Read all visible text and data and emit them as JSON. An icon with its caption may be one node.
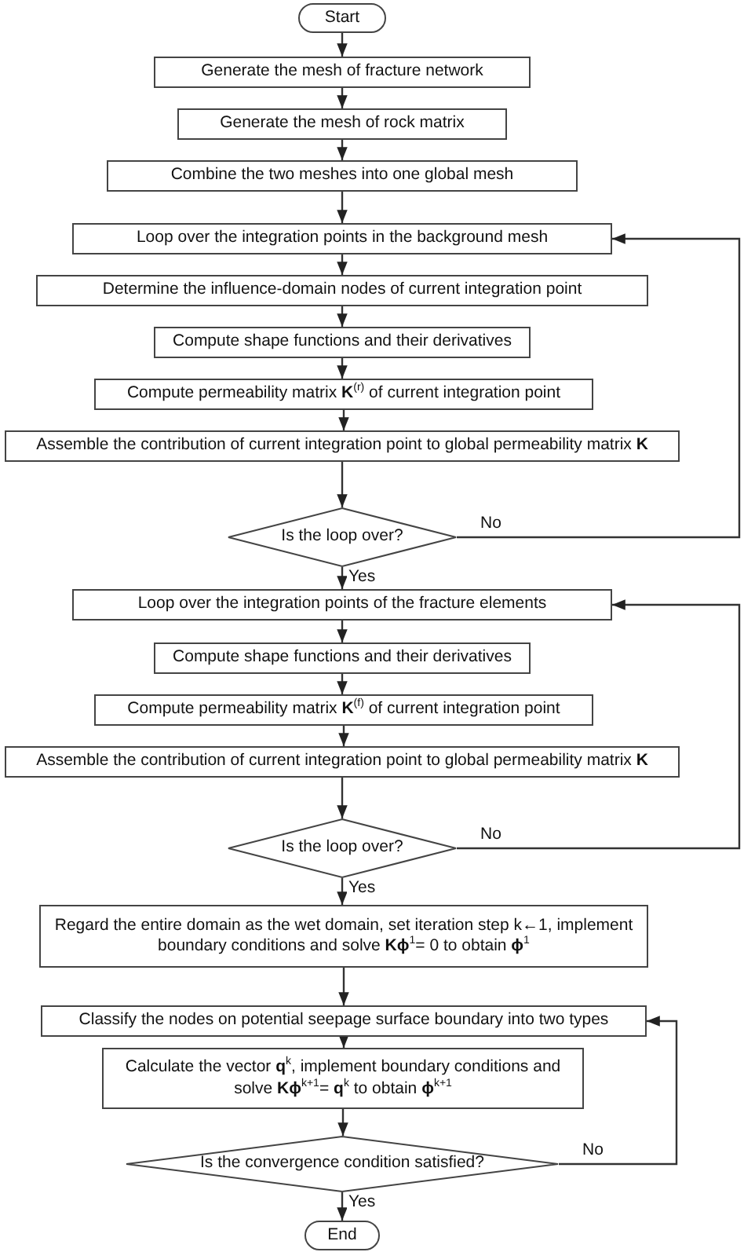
{
  "diagram": {
    "nodes": [
      {
        "text": [
          "Start"
        ]
      },
      {
        "text": [
          "Generate the mesh of fracture network"
        ]
      },
      {
        "text": [
          "Generate the mesh of rock matrix"
        ]
      },
      {
        "text": [
          "Combine the two meshes into one global mesh"
        ]
      },
      {
        "text": [
          "Loop over the integration points in the background mesh"
        ]
      },
      {
        "text": [
          "Determine the influence-domain nodes of current integration point"
        ]
      },
      {
        "text": [
          "Compute shape functions and their derivatives"
        ]
      },
      {
        "text": [
          "Compute permeability matrix **K**$^{(r)}$ of current integration point"
        ]
      },
      {
        "text": [
          "Assemble the contribution of current integration point to global permeability matrix **K**"
        ]
      },
      {
        "text": [
          "Is the loop over?"
        ]
      },
      {
        "text": [
          "Loop over the integration points of the fracture elements"
        ]
      },
      {
        "text": [
          "Compute shape functions and their derivatives"
        ]
      },
      {
        "text": [
          "Compute permeability matrix **K**$^{(f)}$ of current integration point"
        ]
      },
      {
        "text": [
          "Assemble the contribution of current integration point to global permeability matrix **K**"
        ]
      },
      {
        "text": [
          "Is the loop over?"
        ]
      },
      {
        "text": [
          "Regard the entire domain as the wet domain, set iteration step k←1, implement boundary conditions and solve **Kϕ**$^{1}$= 0 to obtain **ϕ**$^{1}$"
        ]
      },
      {
        "text": [
          "Classify the nodes on potential seepage surface boundary into two types"
        ]
      },
      {
        "text": [
          "Calculate the vector **q**$^{k}$, implement boundary conditions and solve **Kϕ**$^{k+1}$= **q**$^{k}$ to obtain **ϕ**$^{k+1}$"
        ]
      },
      {
        "text": [
          "Is the convergence condition satisfied?"
        ]
      },
      {
        "text": [
          "End"
        ]
      }
    ],
    "edges": [
      {
        "from": 0,
        "to": 1,
        "arrow": "to"
      },
      {
        "from": 1,
        "to": 2,
        "arrow": "to"
      },
      {
        "from": 2,
        "to": 3,
        "arrow": "to"
      },
      {
        "from": 3,
        "to": 4,
        "arrow": "to"
      },
      {
        "from": 4,
        "to": 5,
        "arrow": "to"
      },
      {
        "from": 5,
        "to": 6,
        "arrow": "to"
      },
      {
        "from": 6,
        "to": 7,
        "arrow": "to"
      },
      {
        "from": 7,
        "to": 8,
        "arrow": "to"
      },
      {
        "from": 8,
        "to": 9,
        "arrow": "to"
      },
      {
        "from": 9,
        "to": 10,
        "arrow": "to",
        "label": "Yes"
      },
      {
        "from": 9,
        "to": 4,
        "arrow": "to",
        "label": "No"
      },
      {
        "from": 10,
        "to": 11,
        "arrow": "to"
      },
      {
        "from": 11,
        "to": 12,
        "arrow": "to"
      },
      {
        "from": 12,
        "to": 13,
        "arrow": "to"
      },
      {
        "from": 13,
        "to": 14,
        "arrow": "to"
      },
      {
        "from": 14,
        "to": 15,
        "arrow": "to",
        "label": "Yes"
      },
      {
        "from": 14,
        "to": 10,
        "arrow": "to",
        "label": "No"
      },
      {
        "from": 15,
        "to": 16,
        "arrow": "to"
      },
      {
        "from": 16,
        "to": 17,
        "arrow": "to"
      },
      {
        "from": 17,
        "to": 18,
        "arrow": "to"
      },
      {
        "from": 18,
        "to": 19,
        "arrow": "to",
        "label": "Yes"
      },
      {
        "from": 18,
        "to": 16,
        "arrow": "to",
        "label": "No"
      }
    ]
  }
}
